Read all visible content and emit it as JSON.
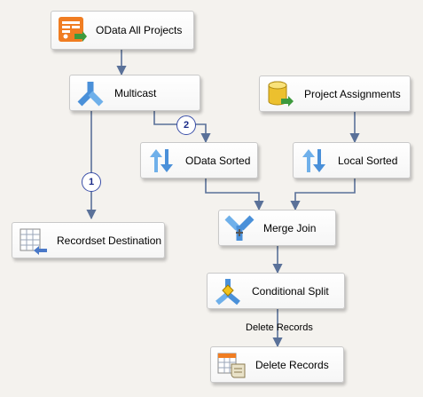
{
  "nodes": {
    "odata_all_projects": "OData All Projects",
    "multicast": "Multicast",
    "project_assignments": "Project Assignments",
    "odata_sorted": "OData Sorted",
    "local_sorted": "Local Sorted",
    "recordset_destination": "Recordset Destination",
    "merge_join": "Merge Join",
    "conditional_split": "Conditional Split",
    "delete_records": "Delete Records"
  },
  "paths": {
    "badge_1": "1",
    "badge_2": "2",
    "split_output_label": "Delete Records"
  },
  "colors": {
    "wire": "#5a7199",
    "badge_border": "#3a4fa8"
  }
}
